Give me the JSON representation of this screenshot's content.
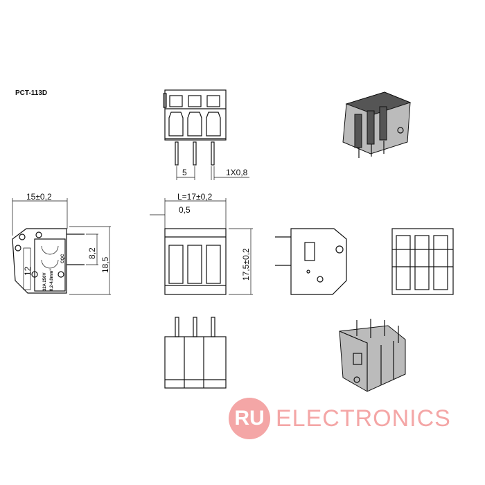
{
  "title": "PCT-113D",
  "dims": {
    "pitch": "5",
    "pin": "1X0,8",
    "width": "15±0,2",
    "pin_spacing": "8,2",
    "height": "18,5",
    "length": "L=17±0,2",
    "offset": "0,5",
    "front_height": "17,5±0,2"
  },
  "labels": {
    "rating": "32A  250V",
    "wire": "0,2-4,0mm²",
    "cert": "CQC",
    "strip": "12"
  },
  "watermark": {
    "logo": "RU",
    "text": "ELECTRONICS",
    "color": "#f4a6a6"
  }
}
